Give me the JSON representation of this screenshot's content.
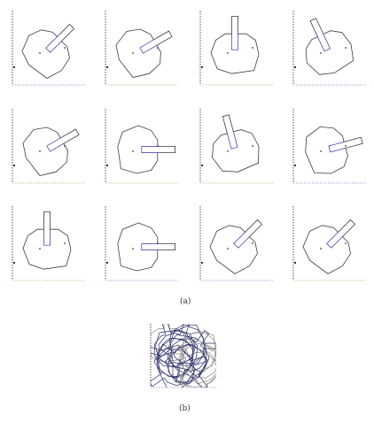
{
  "caption_a": "(a)",
  "caption_b": "(b)",
  "colors": {
    "outline": "#3a3a4a",
    "axis_left": "#222222",
    "axis_bottom_blue": "#8a8ad0",
    "axis_bottom_olive": "#b8b870",
    "inner_slot": "#3030a0",
    "overlay_dark": "#2a2a6a",
    "overlay_gray": "#8a8a8a"
  },
  "panels": {
    "count": 12,
    "columns": 4,
    "rows": 3
  }
}
